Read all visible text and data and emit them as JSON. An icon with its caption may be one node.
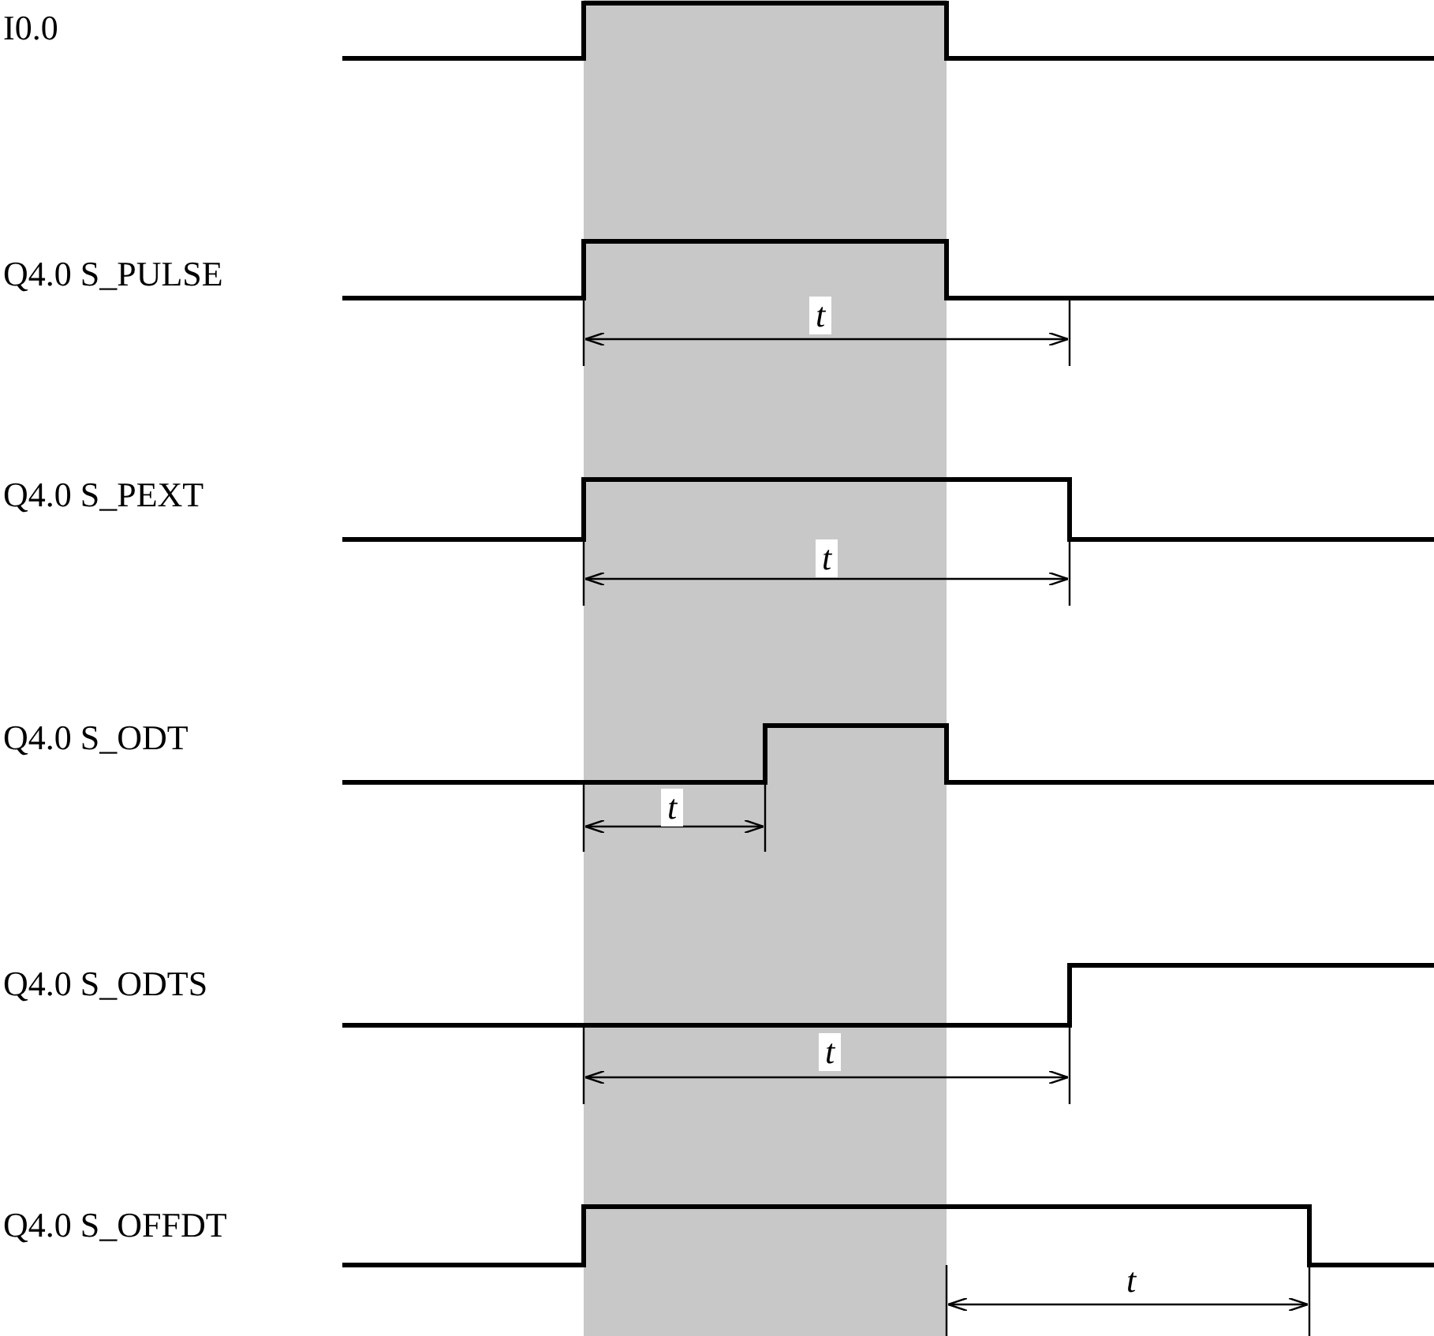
{
  "diagram": {
    "labels": [
      "I0.0",
      "Q4.0 S_PULSE",
      "t",
      "Q4.0 S_PEXT",
      "t",
      "Q4.0 S_ODT",
      "t",
      "Q4.0 S_ODTS",
      "t",
      "Q4.0 S_OFFDT",
      "t"
    ]
  }
}
